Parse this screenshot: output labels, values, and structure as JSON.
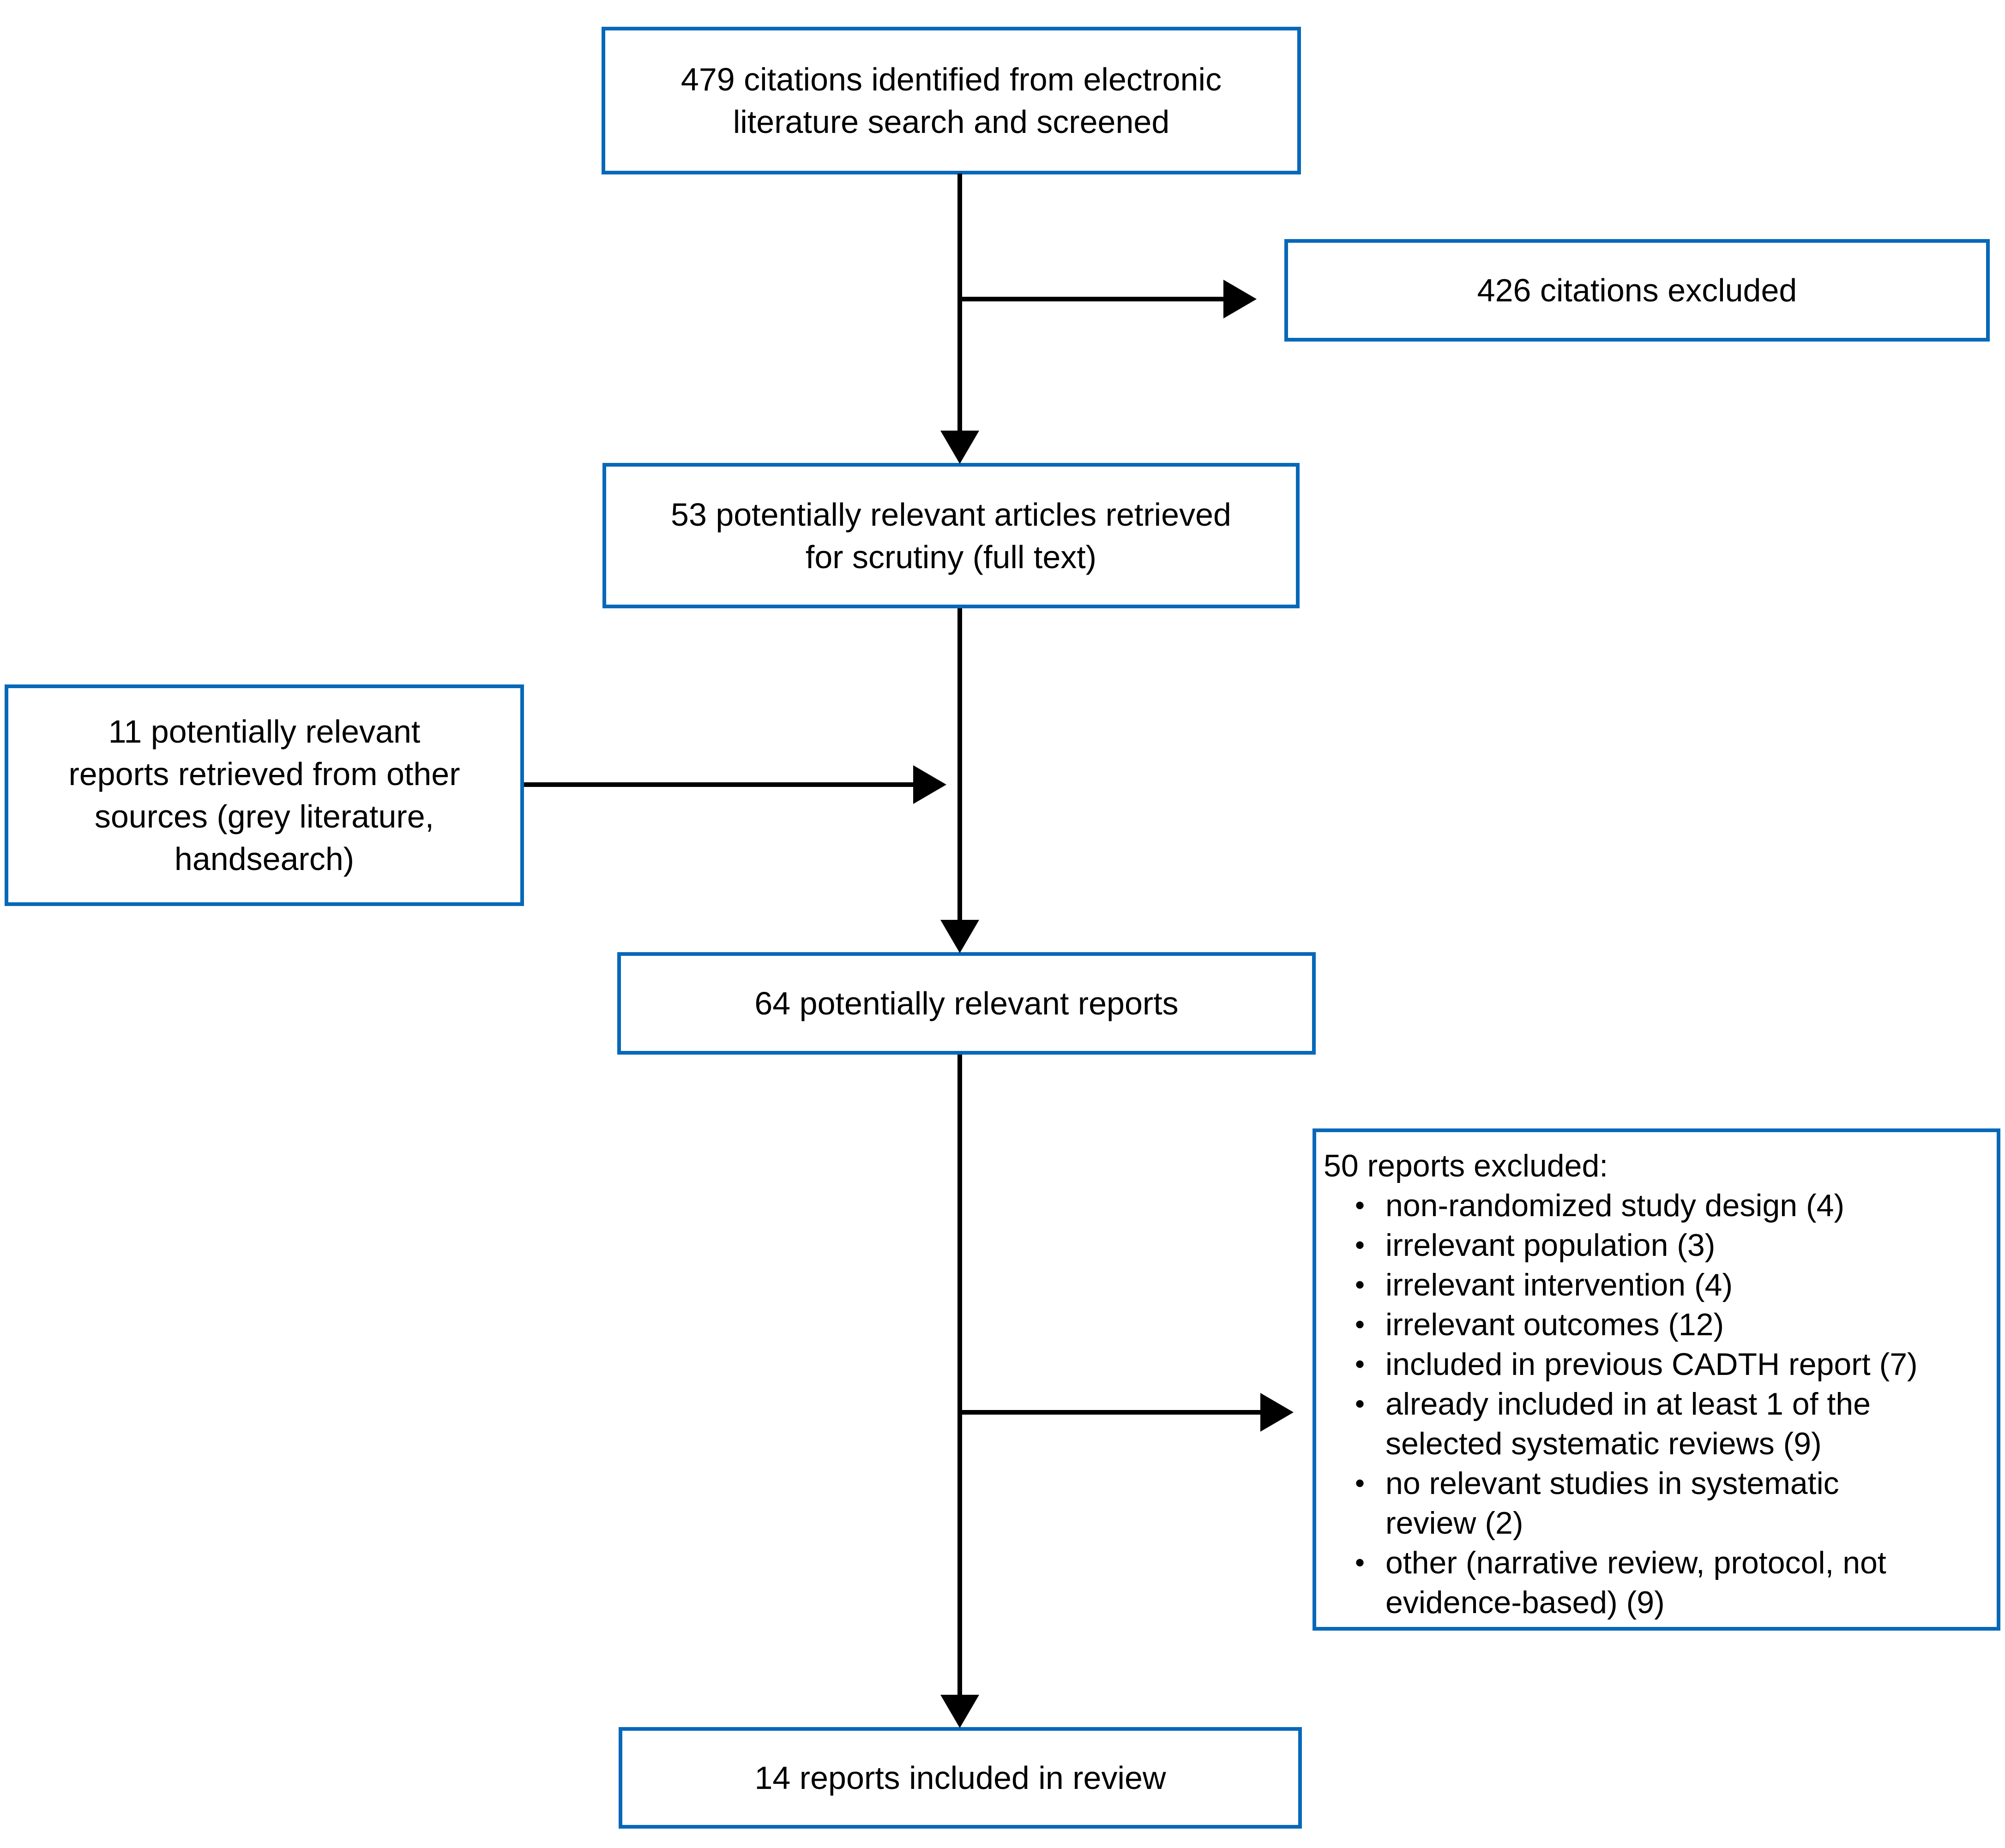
{
  "diagram": {
    "colors": {
      "box_border": "#0768b8",
      "arrow": "#000000",
      "text": "#000000",
      "background": "#ffffff"
    },
    "boxes": {
      "screened": {
        "lines": [
          "479 citations identified from electronic",
          "literature search and screened"
        ]
      },
      "excluded_citations": {
        "lines": [
          "426 citations excluded"
        ]
      },
      "fulltext": {
        "lines": [
          "53 potentially relevant articles retrieved",
          "for scrutiny (full text)"
        ]
      },
      "other_sources": {
        "lines": [
          "11 potentially relevant",
          "reports retrieved from other",
          "sources (grey literature,",
          "handsearch)"
        ]
      },
      "combined": {
        "lines": [
          "64 potentially relevant reports"
        ]
      },
      "excluded_reports": {
        "title": "50 reports excluded:",
        "items": [
          "non-randomized study design (4)",
          "irrelevant population (3)",
          "irrelevant intervention (4)",
          "irrelevant outcomes (12)",
          "included in previous CADTH report (7)",
          "already included in at least 1 of the\nselected systematic reviews (9)",
          "no relevant studies in systematic\nreview (2)",
          "other (narrative review, protocol, not\nevidence-based) (9)"
        ]
      },
      "included": {
        "lines": [
          "14 reports included in review"
        ]
      }
    }
  }
}
